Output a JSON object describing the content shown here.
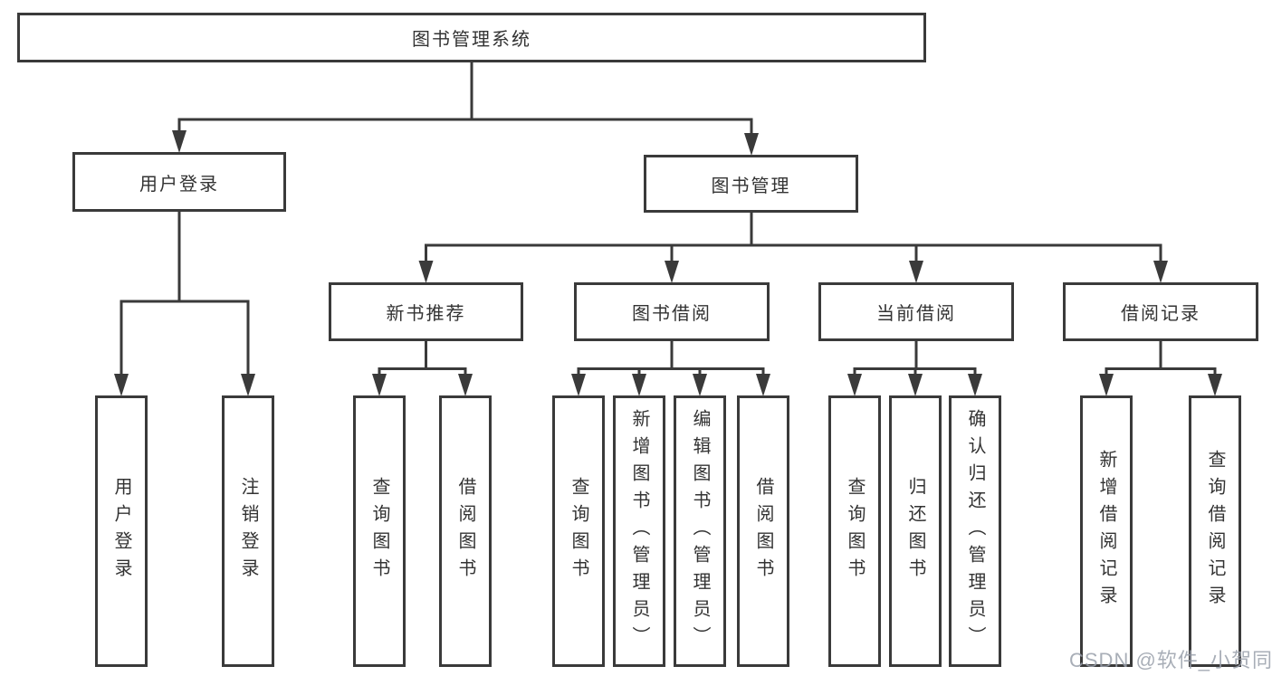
{
  "colors": {
    "line": "#3a3a3a",
    "text": "#333333",
    "background": "#ffffff",
    "watermark": "#9aa0ab"
  },
  "tree": {
    "root": {
      "label": "图书管理系统"
    },
    "branches": [
      {
        "label": "用户登录",
        "children": [
          {
            "label": "用户登录"
          },
          {
            "label": "注销登录"
          }
        ]
      },
      {
        "label": "图书管理",
        "children": [
          {
            "label": "新书推荐",
            "children": [
              {
                "label": "查询图书"
              },
              {
                "label": "借阅图书"
              }
            ]
          },
          {
            "label": "图书借阅",
            "children": [
              {
                "label": "查询图书"
              },
              {
                "label": "新增图书（管理员）"
              },
              {
                "label": "编辑图书（管理员）"
              },
              {
                "label": "借阅图书"
              }
            ]
          },
          {
            "label": "当前借阅",
            "children": [
              {
                "label": "查询图书"
              },
              {
                "label": "归还图书"
              },
              {
                "label": "确认归还（管理员）"
              }
            ]
          },
          {
            "label": "借阅记录",
            "children": [
              {
                "label": "新增借阅记录"
              },
              {
                "label": "查询借阅记录"
              }
            ]
          }
        ]
      }
    ]
  },
  "watermark": {
    "text": "CSDN @软件_小贺同学"
  }
}
